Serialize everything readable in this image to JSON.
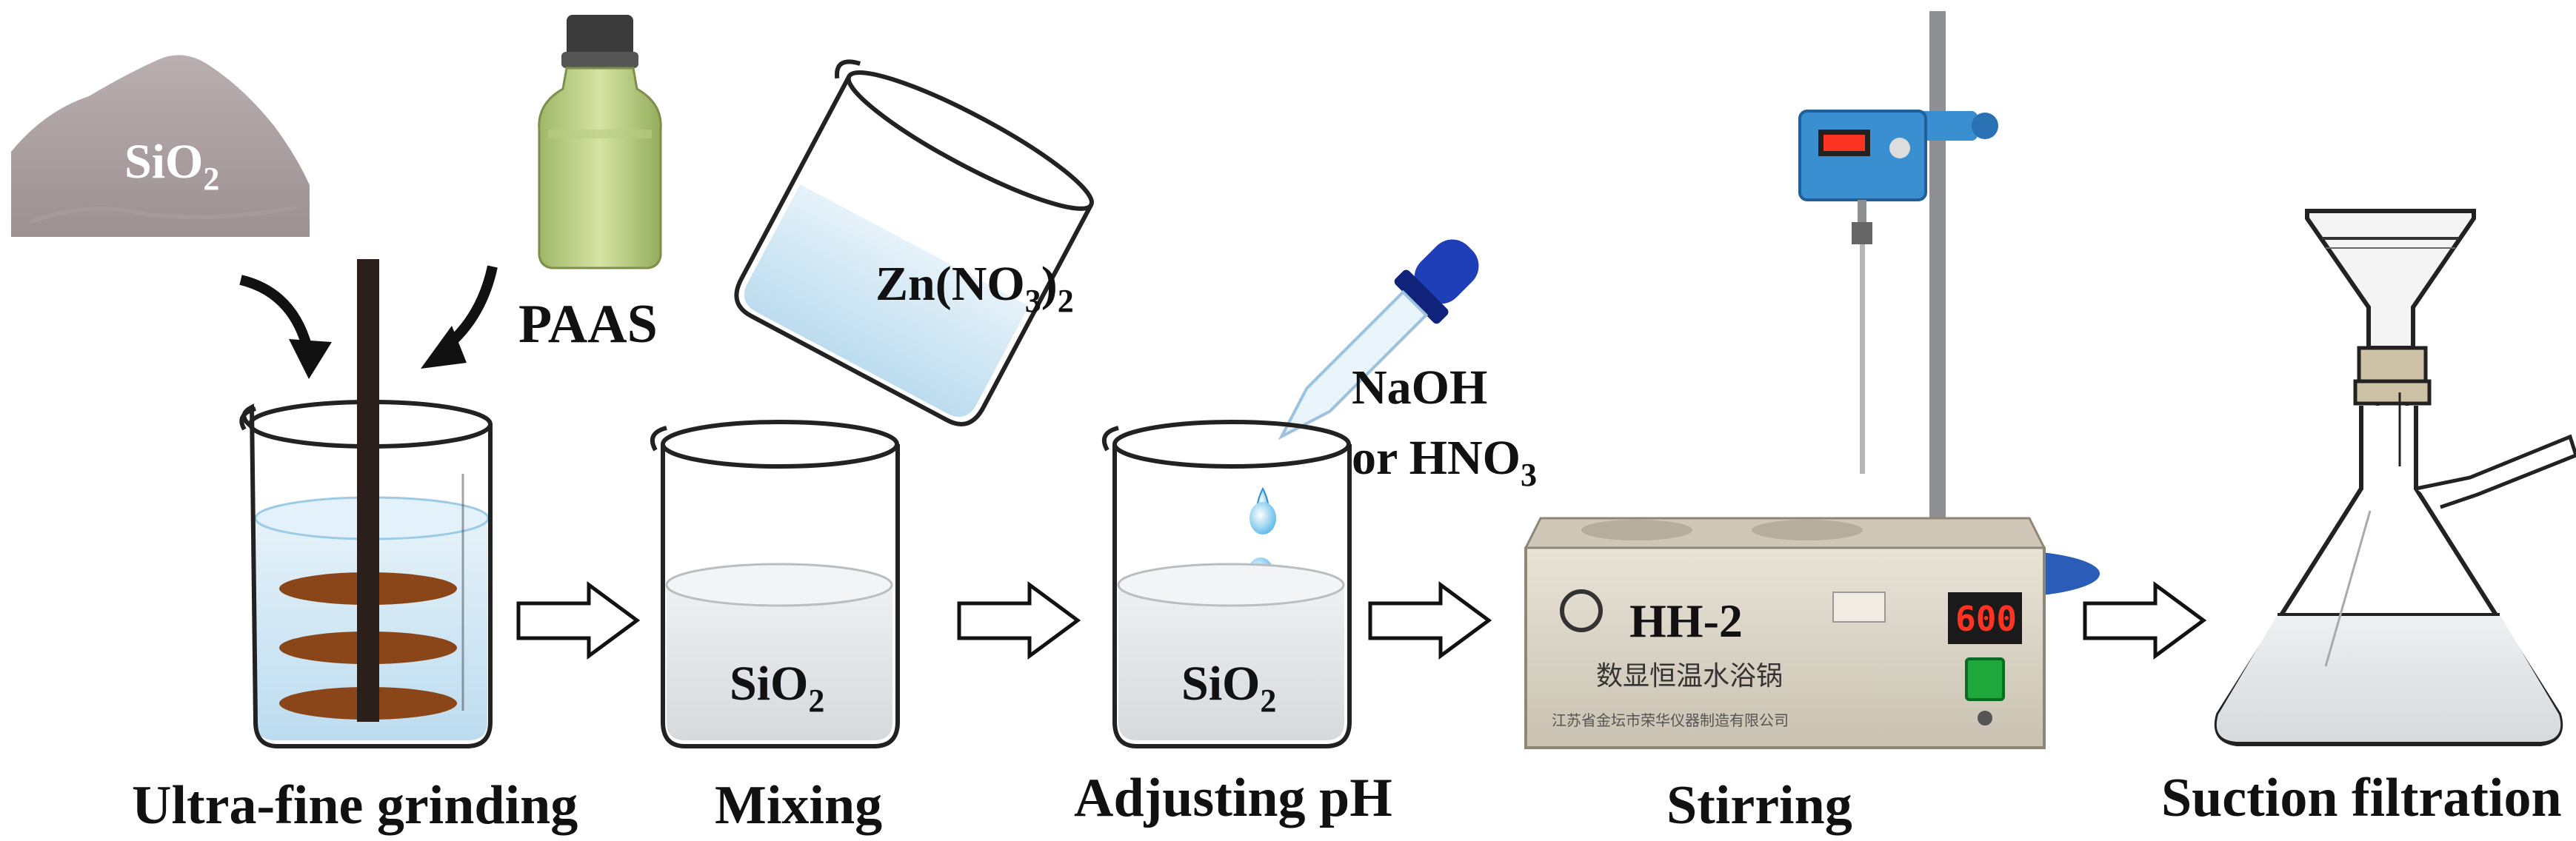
{
  "steps": [
    {
      "label": "Ultra-fine grinding"
    },
    {
      "label": "Mixing"
    },
    {
      "label": "Adjusting pH"
    },
    {
      "label": "Stirring"
    },
    {
      "label": "Suction filtration"
    }
  ],
  "reagents": {
    "powder": {
      "main": "SiO",
      "sub": "2"
    },
    "paas": "PAAS",
    "zinc_nitrate": {
      "part1": "Zn(NO",
      "sub1": "3",
      "part2": ")",
      "sub2": "2"
    },
    "naoh_line": "NaOH",
    "hno3_line": {
      "main": "or HNO",
      "sub": "3"
    }
  },
  "beakers": {
    "mixing": {
      "main": "SiO",
      "sub": "2"
    },
    "adjusting": {
      "main": "SiO",
      "sub": "2"
    }
  },
  "equipment": {
    "bath_model": "HH-2",
    "bath_subtitle": "数显恒温水浴锅",
    "bath_maker": "江苏省金坛市荣华仪器制造有限公司",
    "temperature_display": "600"
  },
  "colors": {
    "liquid": "#cfe6f3",
    "stirrer_blade": "#8a4518",
    "bath_body": "#ddd7c9",
    "display_red": "#ff3322",
    "power_green": "#1ea83c",
    "controller_blue": "#3a8fd0"
  }
}
